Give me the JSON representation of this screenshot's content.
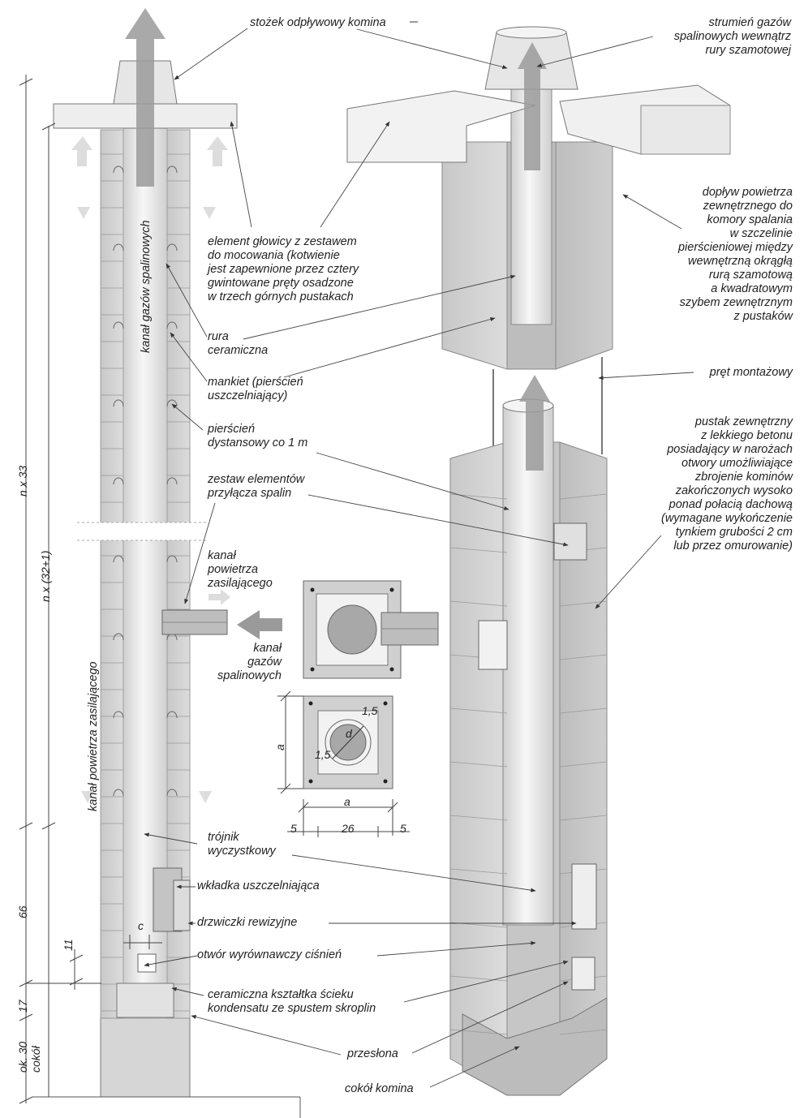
{
  "labels": {
    "stozek": "stożek odpływowy komina",
    "strumien": "strumień gazów\nspalinowych wewnątrz\nrury szamotowej",
    "element_glowicy": "element głowicy z zestawem\ndo mocowania (kotwienie\njest zapewnione przez cztery\ngwintowane pręty osadzone\nw trzech górnych pustakach",
    "doplyw": "dopływ powietrza\nzewnętrznego do\nkomory spalania\nw szczelinie\npierścieniowej między\nwewnętrzną okrągłą\nrurą szamotową\na kwadratowym\nszybem zewnętrznym\nz pustaków",
    "rura": "rura\nceramiczna",
    "mankiet": "mankiet (pierścień\nuszczelniający)",
    "pret": "pręt montażowy",
    "pierscien": "pierścień\ndystansowy co 1 m",
    "pustak": "pustak zewnętrzny\nz lekkiego betonu\nposiadający w narożach\notwory umożliwiające\nzbrojenie kominów\nzakończonych wysoko\nponad połacią dachową\n(wymagane wykończenie\ntynkiem grubości 2 cm\nlub przez omurowanie)",
    "zestaw": "zestaw elementów\nprzyłącza spalin",
    "kanal_powietrza_zas": "kanał\npowietrza\nzasilającego",
    "kanal_gazow_spal": "kanał\ngazów\nspalinowych",
    "trojnik": "trójnik\nwyczystkowy",
    "wkladka": "wkładka uszczelniająca",
    "drzwiczki": "drzwiczki rewizyjne",
    "otwor": "otwór wyrównawczy ciśnień",
    "ksztaltka": "ceramiczna kształtka ścieku\nkondensatu ze spustem skroplin",
    "przeslona": "przesłona",
    "cokol_komina": "cokół komina",
    "vertical_gazow": "kanał gazów spalinowych",
    "vertical_powietrza": "kanał powietrza zasilającego"
  },
  "dimensions": {
    "n33": "n x 33",
    "n32": "n x (32+1)",
    "d66": "66",
    "d17": "17",
    "d11": "11",
    "d30": "ok. 30",
    "cokol": "cokół",
    "c": "c",
    "a_vertical": "a",
    "a_horizontal": "a",
    "d": "d",
    "d15a": "1,5",
    "d15b": "1,5",
    "d5a": "5",
    "d26": "26",
    "d5b": "5"
  },
  "colors": {
    "block": "#d9d9d9",
    "block_dark": "#bdbdbd",
    "pipe": "#ececec",
    "arrow": "#9a9a9a",
    "line": "#444444"
  }
}
